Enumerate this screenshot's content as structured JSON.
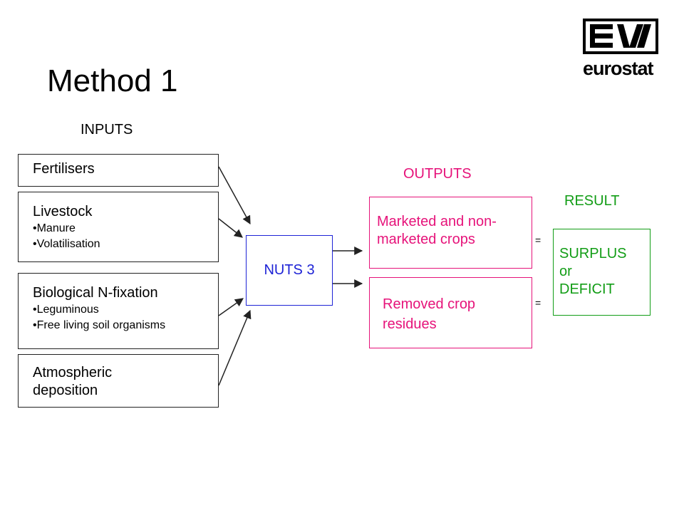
{
  "title": "Method 1",
  "logo": {
    "icon": "eurostat-logo",
    "text": "eurostat"
  },
  "headings": {
    "inputs": "INPUTS",
    "outputs": "OUTPUTS",
    "result": "RESULT"
  },
  "inputs": [
    {
      "label": "Fertilisers",
      "items": []
    },
    {
      "label": "Livestock",
      "items": [
        "•Manure",
        "•Volatilisation"
      ]
    },
    {
      "label": "Biological N-fixation",
      "items": [
        "•Leguminous",
        "•Free living soil organisms"
      ]
    },
    {
      "label": "Atmospheric deposition",
      "items": []
    }
  ],
  "center": {
    "label": "NUTS 3"
  },
  "outputs": [
    {
      "label": "Marketed and non-marketed crops"
    },
    {
      "label": "Removed crop residues"
    }
  ],
  "equals": [
    "=",
    "="
  ],
  "result": {
    "lines": [
      "SURPLUS",
      "or",
      "DEFICIT"
    ]
  },
  "colors": {
    "outputs": "#e6137a",
    "center": "#1e23d6",
    "result": "#129d16",
    "boxes": "#222222"
  }
}
